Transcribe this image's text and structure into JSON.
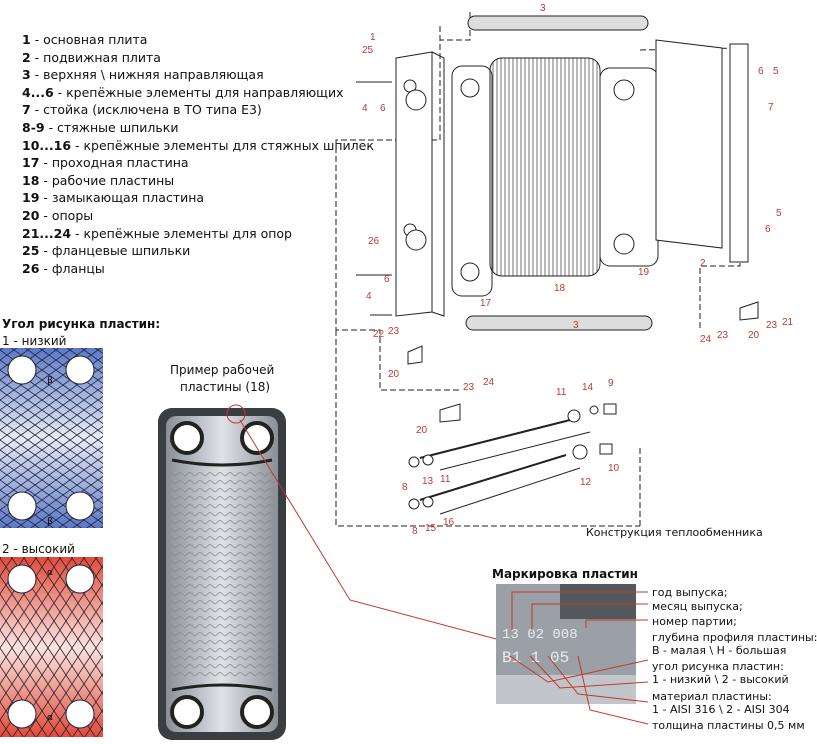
{
  "legend": [
    {
      "num": "1",
      "text": " - основная плита"
    },
    {
      "num": "2",
      "text": " - подвижная плита"
    },
    {
      "num": "3",
      "text": " - верхняя \\ нижняя направляющая"
    },
    {
      "num": "4...6",
      "text": " - крепёжные элементы для направляющих"
    },
    {
      "num": "7",
      "text": " - стойка (исключена в ТО типа Е3)"
    },
    {
      "num": "8-9",
      "text": " - стяжные шпильки"
    },
    {
      "num": "10...16",
      "text": " - крепёжные элементы для стяжных шпилек"
    },
    {
      "num": "17",
      "text": " - проходная пластина"
    },
    {
      "num": "18",
      "text": " - рабочие пластины"
    },
    {
      "num": "19",
      "text": " - замыкающая пластина"
    },
    {
      "num": "20",
      "text": " - опоры"
    },
    {
      "num": "21...24",
      "text": " - крепёжные элементы для опор"
    },
    {
      "num": "25",
      "text": " - фланцевые шпильки"
    },
    {
      "num": "26",
      "text": " - фланцы"
    }
  ],
  "angle_section": {
    "title": "Угол рисунка пластин:",
    "low_label": "1 - низкий",
    "high_label": "2 - высокий",
    "beta": "β",
    "alpha": "α"
  },
  "example_plate": {
    "caption_line1": "Пример рабочей",
    "caption_line2": "пластины (18)"
  },
  "construction_caption": "Конструкция теплообменника",
  "marking": {
    "title": "Маркировка пластин",
    "photo_text_top": "13 02 008",
    "photo_text_bottom": "B1 1   05",
    "annotations": [
      "год выпуска;",
      "месяц выпуска;",
      "номер партии;",
      "глубина профиля пластины:",
      "В - малая \\ Н - большая",
      "угол рисунка пластин:",
      "1 - низкий \\ 2 - высокий",
      "материал пластины:",
      "1 - AISI 316 \\ 2 - AISI 304",
      "толщина пластины 0,5 мм"
    ]
  },
  "part_numbers": [
    "1",
    "25",
    "4",
    "6",
    "3",
    "5",
    "6",
    "7",
    "26",
    "4",
    "6",
    "17",
    "18",
    "19",
    "2",
    "6",
    "5",
    "22",
    "23",
    "20",
    "3",
    "24",
    "23",
    "20",
    "23",
    "21",
    "20",
    "23",
    "24",
    "11",
    "14",
    "9",
    "8",
    "13",
    "11",
    "12",
    "10",
    "8",
    "15",
    "16"
  ]
}
